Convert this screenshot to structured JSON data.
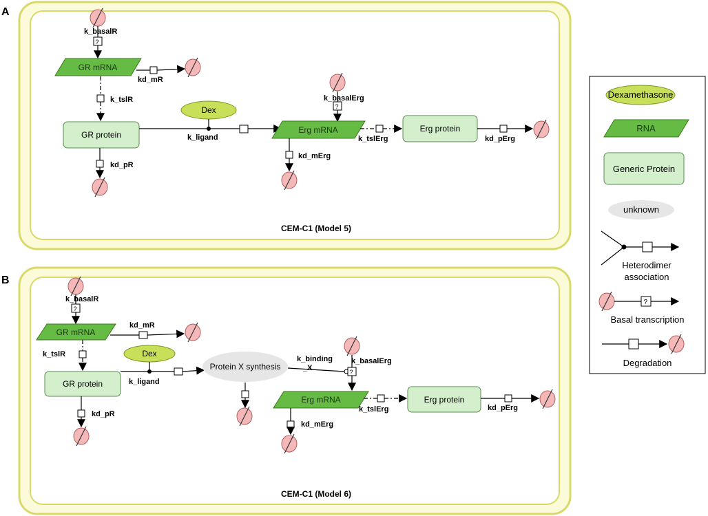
{
  "panel_a": {
    "letter": "A",
    "caption": "CEM-C1 (Model 5)",
    "nodes": {
      "gr_mrna": "GR mRNA",
      "gr_protein": "GR protein",
      "dex": "Dex",
      "erg_mrna": "Erg mRNA",
      "erg_protein": "Erg protein"
    },
    "labels": {
      "k_basalR": "k_basalR",
      "kd_mR": "kd_mR",
      "k_tslR": "k_tslR",
      "kd_pR": "kd_pR",
      "k_ligand": "k_ligand",
      "k_basalErg": "k_basalErg",
      "kd_mErg": "kd_mErg",
      "k_tslErg": "k_tslErg",
      "kd_pErg": "kd_pErg"
    }
  },
  "panel_b": {
    "letter": "B",
    "caption": "CEM-C1 (Model 6)",
    "nodes": {
      "gr_mrna": "GR mRNA",
      "gr_protein": "GR protein",
      "dex": "Dex",
      "protein_x": "Protein X synthesis",
      "erg_mrna": "Erg mRNA",
      "erg_protein": "Erg protein"
    },
    "labels": {
      "k_basalR": "k_basalR",
      "kd_mR": "kd_mR",
      "k_tslR": "k_tslR",
      "kd_pR": "kd_pR",
      "k_ligand": "k_ligand",
      "k_binding": "k_binding",
      "k_binding_x": "_X",
      "k_basalErg": "k_basalErg",
      "kd_mErg": "kd_mErg",
      "k_tslErg": "k_tslErg",
      "kd_pErg": "kd_pErg"
    }
  },
  "legend": {
    "dexamethasone": "Dexamethasone",
    "rna": "RNA",
    "generic_protein": "Generic Protein",
    "unknown": "unknown",
    "heterodimer_1": "Heterodimer",
    "heterodimer_2": "association",
    "basal_transcription": "Basal transcription",
    "degradation": "Degradation"
  },
  "symbols": {
    "unknown_mark": "?"
  },
  "colors": {
    "compartment_fill": "#fbfbd9",
    "compartment_border": "#d9d96a",
    "rna_fill": "#66bb44",
    "protein_fill": "#d4efcc",
    "dex_fill": "#c8df5a",
    "unknown_fill": "#e6e6e6",
    "sink_fill": "#f4b8b8"
  }
}
